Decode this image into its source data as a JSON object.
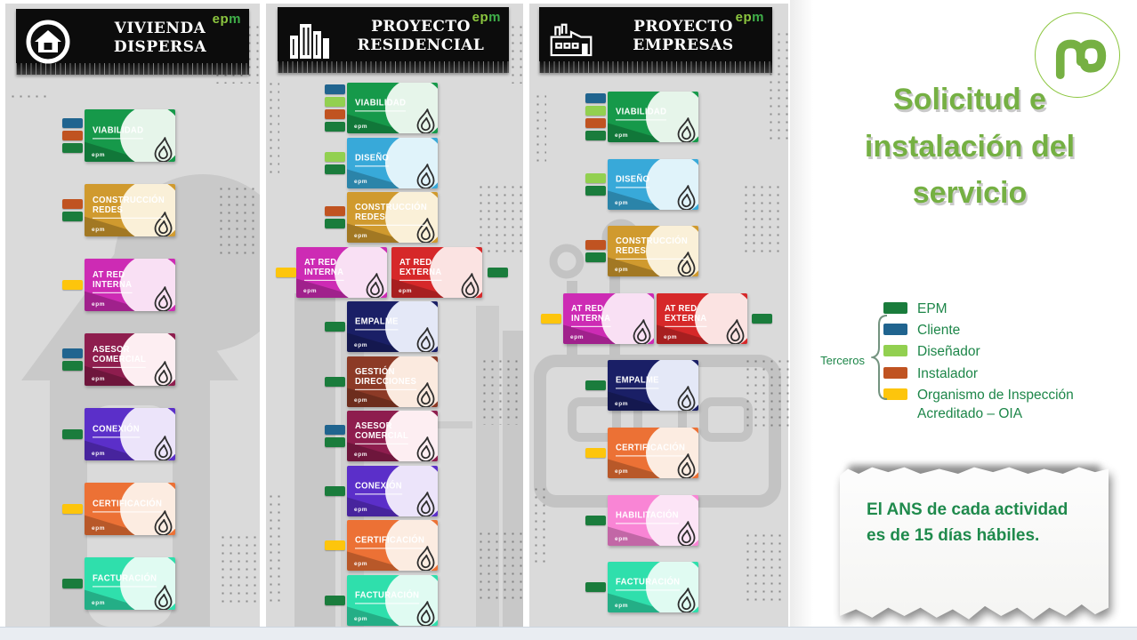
{
  "columns": [
    {
      "id": "vivienda-dispersa",
      "title": "VIVIENDA\nDISPERSA",
      "icon": "house-icon",
      "steps": [
        {
          "label": "VIABILIDAD",
          "color": "green",
          "chips": [
            "cliente",
            "instalador",
            "epm"
          ]
        },
        {
          "label": "CONSTRUCCIÓN\nREDES",
          "color": "gold",
          "chips": [
            "instalador",
            "epm"
          ]
        },
        {
          "label": "AT RED\nINTERNA",
          "color": "magenta",
          "chips": [
            "oia"
          ]
        },
        {
          "label": "ASESOR\nCOMERCIAL",
          "color": "wine",
          "chips": [
            "cliente",
            "epm"
          ]
        },
        {
          "label": "CONEXIÓN",
          "color": "purple",
          "chips": [
            "epm"
          ]
        },
        {
          "label": "CERTIFICACIÓN",
          "color": "orange",
          "chips": [
            "oia"
          ]
        },
        {
          "label": "FACTURACIÓN",
          "color": "teal",
          "chips": [
            "epm"
          ]
        }
      ]
    },
    {
      "id": "proyecto-residencial",
      "title": "PROYECTO\nRESIDENCIAL",
      "icon": "buildings-icon",
      "steps": [
        {
          "label": "VIABILIDAD",
          "color": "green",
          "chips": [
            "cliente",
            "disenador",
            "instalador",
            "epm"
          ]
        },
        {
          "label": "DISEÑO",
          "color": "cyan",
          "chips": [
            "disenador",
            "epm"
          ]
        },
        {
          "label": "CONSTRUCCIÓN\nREDES",
          "color": "gold",
          "chips": [
            "instalador",
            "epm"
          ]
        },
        {
          "pair": [
            {
              "label": "AT RED\nINTERNA",
              "color": "magenta",
              "chip_left": "oia"
            },
            {
              "label": "AT RED\nEXTERNA",
              "color": "red",
              "chip_right": "epm"
            }
          ]
        },
        {
          "label": "EMPALME",
          "color": "navy",
          "chips": [
            "epm"
          ]
        },
        {
          "label": "GESTIÓN\nDIRECCIONES",
          "color": "brown",
          "chips": [
            "epm"
          ]
        },
        {
          "label": "ASESOR\nCOMERCIAL",
          "color": "wine",
          "chips": [
            "cliente",
            "epm"
          ]
        },
        {
          "label": "CONEXIÓN",
          "color": "purple",
          "chips": [
            "epm"
          ]
        },
        {
          "label": "CERTIFICACIÓN",
          "color": "orange",
          "chips": [
            "oia"
          ]
        },
        {
          "label": "FACTURACIÓN",
          "color": "teal",
          "chips": [
            "epm"
          ]
        }
      ]
    },
    {
      "id": "proyecto-empresas",
      "title": "PROYECTO\nEMPRESAS",
      "icon": "factory-icon",
      "steps": [
        {
          "label": "VIABILIDAD",
          "color": "green",
          "chips": [
            "cliente",
            "disenador",
            "instalador",
            "epm"
          ]
        },
        {
          "label": "DISEÑO",
          "color": "cyan",
          "chips": [
            "disenador",
            "epm"
          ]
        },
        {
          "label": "CONSTRUCCIÓN\nREDES",
          "color": "gold",
          "chips": [
            "instalador",
            "epm"
          ]
        },
        {
          "pair": [
            {
              "label": "AT RED\nINTERNA",
              "color": "magenta",
              "chip_left": "oia"
            },
            {
              "label": "AT RED\nEXTERNA",
              "color": "red",
              "chip_right": "epm"
            }
          ]
        },
        {
          "label": "EMPALME",
          "color": "navy",
          "chips": [
            "epm"
          ]
        },
        {
          "label": "CERTIFICACIÓN",
          "color": "orange",
          "chips": [
            "oia"
          ]
        },
        {
          "label": "HABILITACIÓN",
          "color": "pink",
          "chips": [
            "epm"
          ]
        },
        {
          "label": "FACTURACIÓN",
          "color": "teal",
          "chips": [
            "epm"
          ]
        }
      ]
    }
  ],
  "banner_logo": {
    "ep": "ep",
    "m": "m"
  },
  "card_logo": "epm",
  "sidebar": {
    "title": "Solicitud e instalación del servicio",
    "terceros_label": "Terceros",
    "legend": [
      {
        "key": "epm",
        "label": "EPM"
      },
      {
        "key": "cliente",
        "label": "Cliente"
      },
      {
        "key": "disenador",
        "label": "Diseñador"
      },
      {
        "key": "instalador",
        "label": "Instalador"
      },
      {
        "key": "oia",
        "label": "Organismo de Inspección Acreditado – OIA"
      }
    ],
    "note": "El ANS de cada actividad es de 15 días hábiles."
  },
  "colors": {
    "green": "#16994a",
    "green_tint": "#e6f5ea",
    "gold": "#d09a2e",
    "gold_tint": "#faf0d8",
    "magenta": "#cd2bb4",
    "magenta_tint": "#f9e0f4",
    "red": "#d62829",
    "red_tint": "#fbe3e2",
    "wine": "#8e1d4e",
    "wine_tint": "#fdeef2",
    "purple": "#5b2fc9",
    "purple_tint": "#ece4fa",
    "orange": "#ec7135",
    "orange_tint": "#fcece1",
    "teal": "#2fdfac",
    "teal_tint": "#e0fbf2",
    "cyan": "#38a9d9",
    "cyan_tint": "#e0f3fa",
    "navy": "#1a1f66",
    "navy_tint": "#e4e8f7",
    "brown": "#8c3a26",
    "brown_tint": "#fbeadf",
    "pink": "#f985d5",
    "pink_tint": "#fce4f6",
    "chip_epm": "#1a7c3c",
    "chip_cliente": "#20648f",
    "chip_disenador": "#92d050",
    "chip_instalador": "#c05321",
    "chip_oia": "#fdc50c",
    "title_green": "#75b043",
    "legend_green": "#1d8649"
  }
}
